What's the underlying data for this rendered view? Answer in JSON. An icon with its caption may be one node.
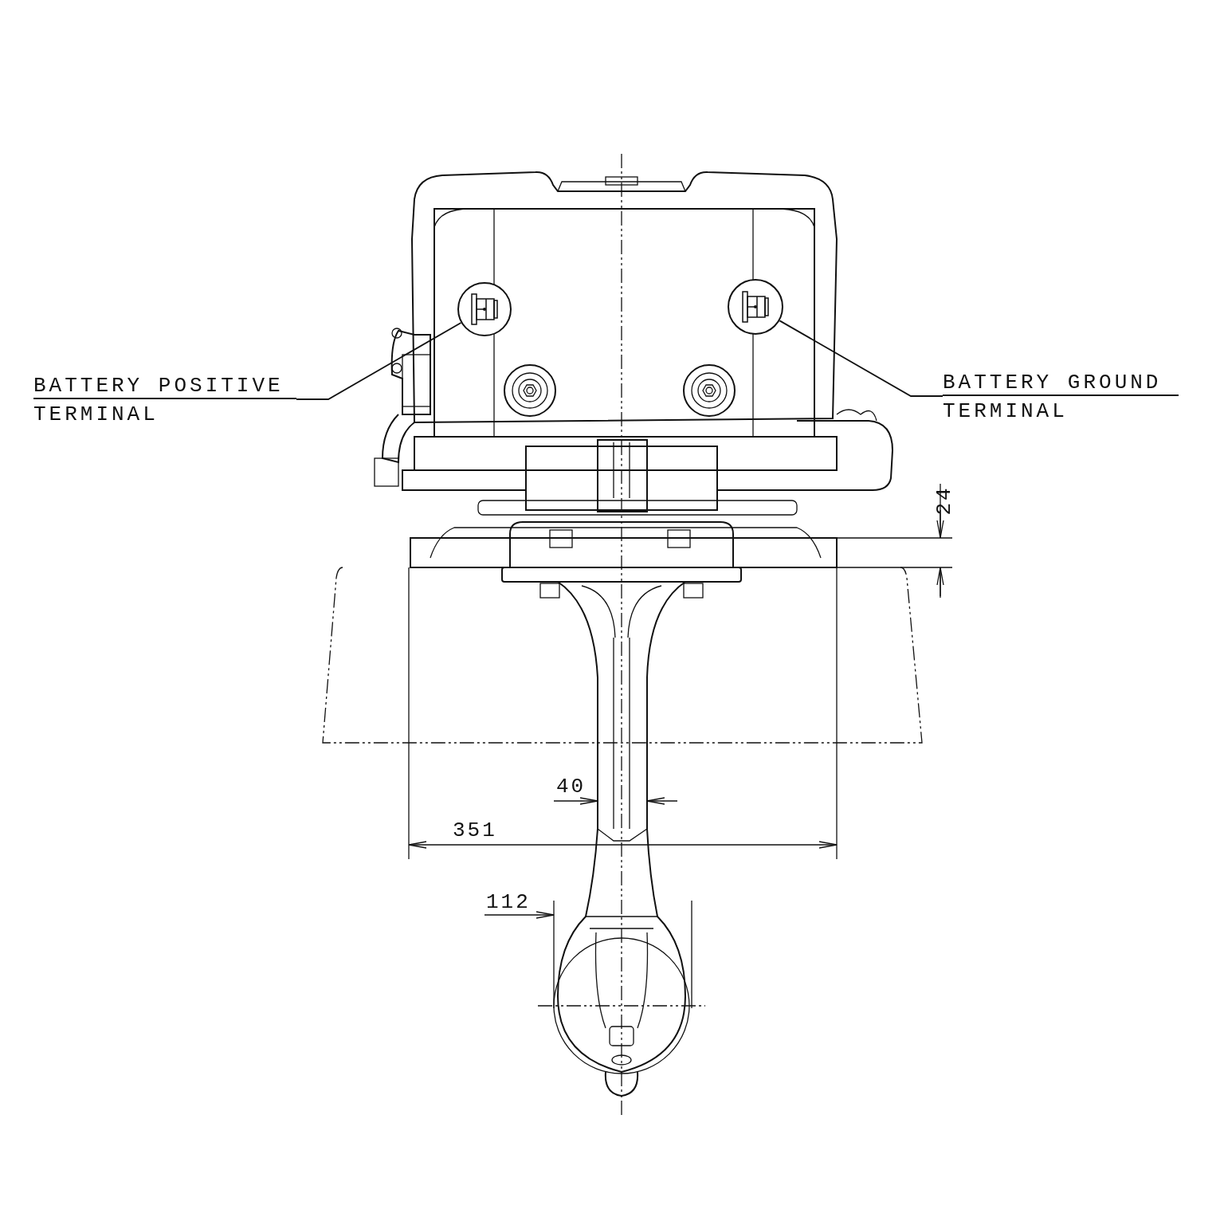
{
  "diagram": {
    "nodes": [
      {
        "text": [
          "BATTERY POSITIVE TERMINAL"
        ]
      },
      {
        "text": [],
        "shape": "circle"
      },
      {
        "text": [
          "BATTERY GROUND TERMINAL"
        ]
      },
      {
        "text": [],
        "shape": "circle"
      }
    ],
    "edges": [
      {
        "from": 0,
        "to": 1,
        "arrow": "none"
      },
      {
        "from": 2,
        "to": 3,
        "arrow": "none"
      }
    ],
    "labels": [
      "24",
      "40",
      "351",
      "112"
    ]
  }
}
